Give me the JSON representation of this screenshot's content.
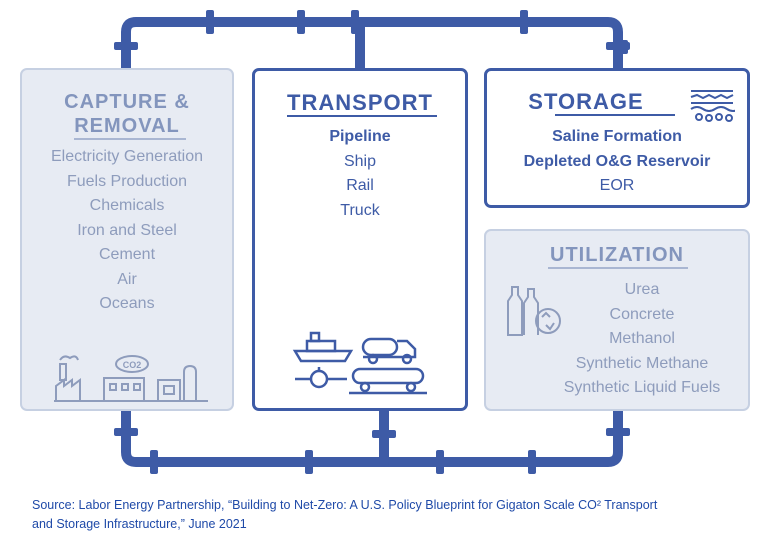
{
  "capture": {
    "title_line1": "CAPTURE &",
    "title_line2": "REMOVAL",
    "items": [
      "Electricity Generation",
      "Fuels Production",
      "Chemicals",
      "Iron and Steel",
      "Cement",
      "Air",
      "Oceans"
    ],
    "co2_label": "CO2"
  },
  "transport": {
    "title": "TRANSPORT",
    "items": [
      "Pipeline",
      "Ship",
      "Rail",
      "Truck"
    ]
  },
  "storage": {
    "title": "STORAGE",
    "items": [
      "Saline Formation",
      "Depleted O&G Reservoir",
      "EOR"
    ]
  },
  "utilization": {
    "title": "UTILIZATION",
    "items": [
      "Urea",
      "Concrete",
      "Methanol",
      "Synthetic Methane",
      "Synthetic Liquid Fuels"
    ]
  },
  "source": {
    "line1": "Source: Labor Energy Partnership, “Building to Net-Zero: A U.S. Policy Blueprint for Gigaton Scale CO² Transport",
    "line2": "and Storage Infrastructure,” June 2021"
  },
  "colors": {
    "pipe": "#3e5ba6",
    "bold_panel_border": "#3e5ba6",
    "faded_panel_bg": "#e7ebf3",
    "faded_text": "#8e9cbc",
    "source_text": "#1f4aa8"
  }
}
